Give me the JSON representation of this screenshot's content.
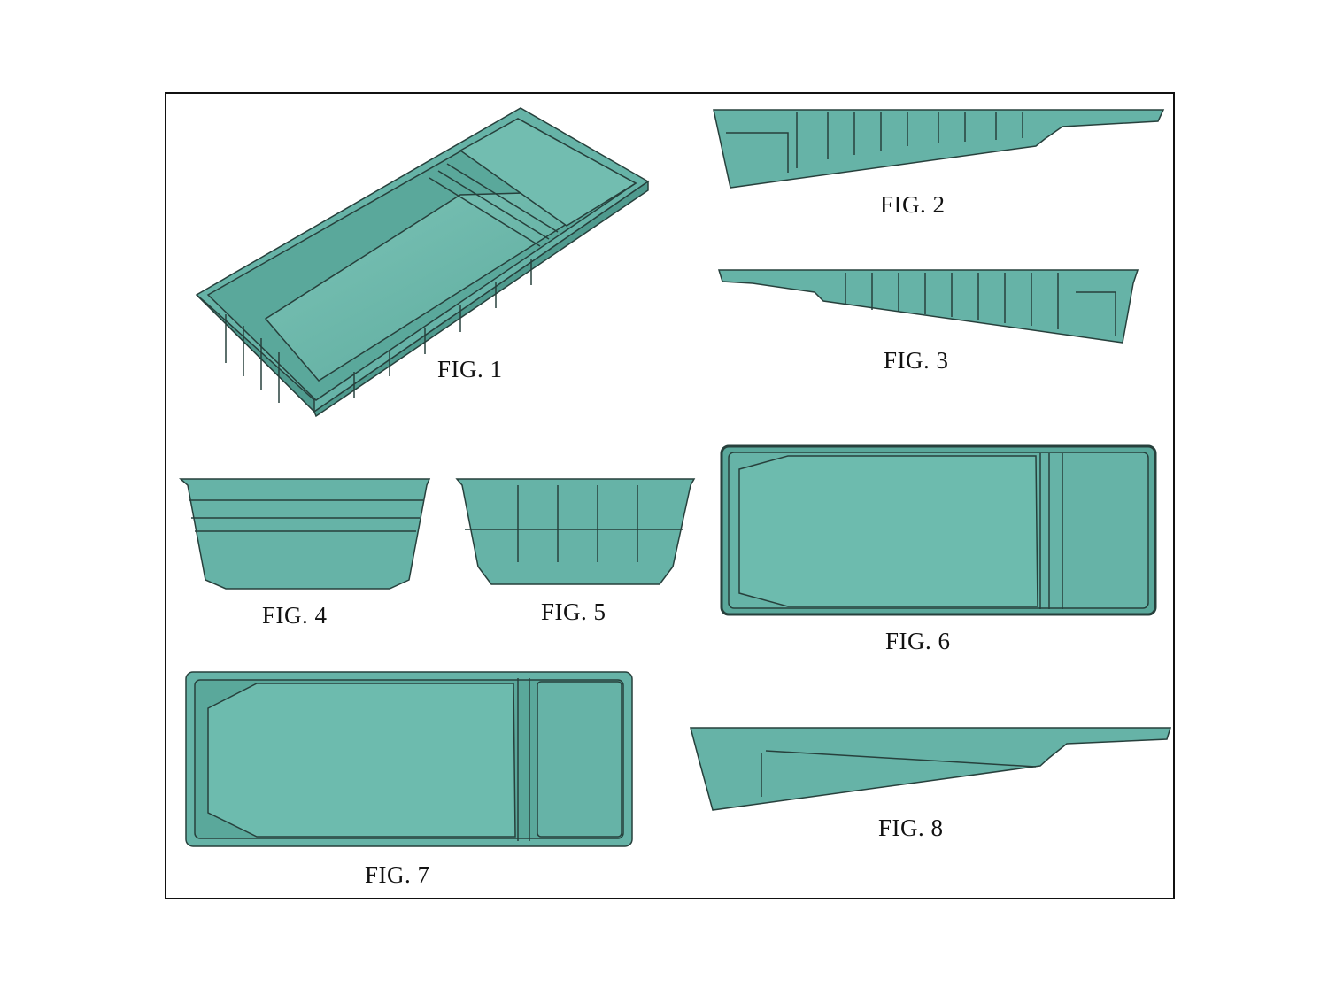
{
  "sheet": {
    "colors": {
      "shell": "#66b3a7",
      "shell_dark": "#4f9a8e",
      "shell_light": "#7cc4b7",
      "outline": "#27403c",
      "frame": "#111111"
    },
    "figures": [
      {
        "id": "fig1",
        "caption": "FIG. 1",
        "view": "perspective"
      },
      {
        "id": "fig2",
        "caption": "FIG. 2",
        "view": "side elevation"
      },
      {
        "id": "fig3",
        "caption": "FIG. 3",
        "view": "side elevation (opposite)"
      },
      {
        "id": "fig4",
        "caption": "FIG. 4",
        "view": "end elevation"
      },
      {
        "id": "fig5",
        "caption": "FIG. 5",
        "view": "end elevation (opposite)"
      },
      {
        "id": "fig6",
        "caption": "FIG. 6",
        "view": "top plan"
      },
      {
        "id": "fig7",
        "caption": "FIG. 7",
        "view": "bottom plan"
      },
      {
        "id": "fig8",
        "caption": "FIG. 8",
        "view": "sectional side"
      }
    ]
  }
}
